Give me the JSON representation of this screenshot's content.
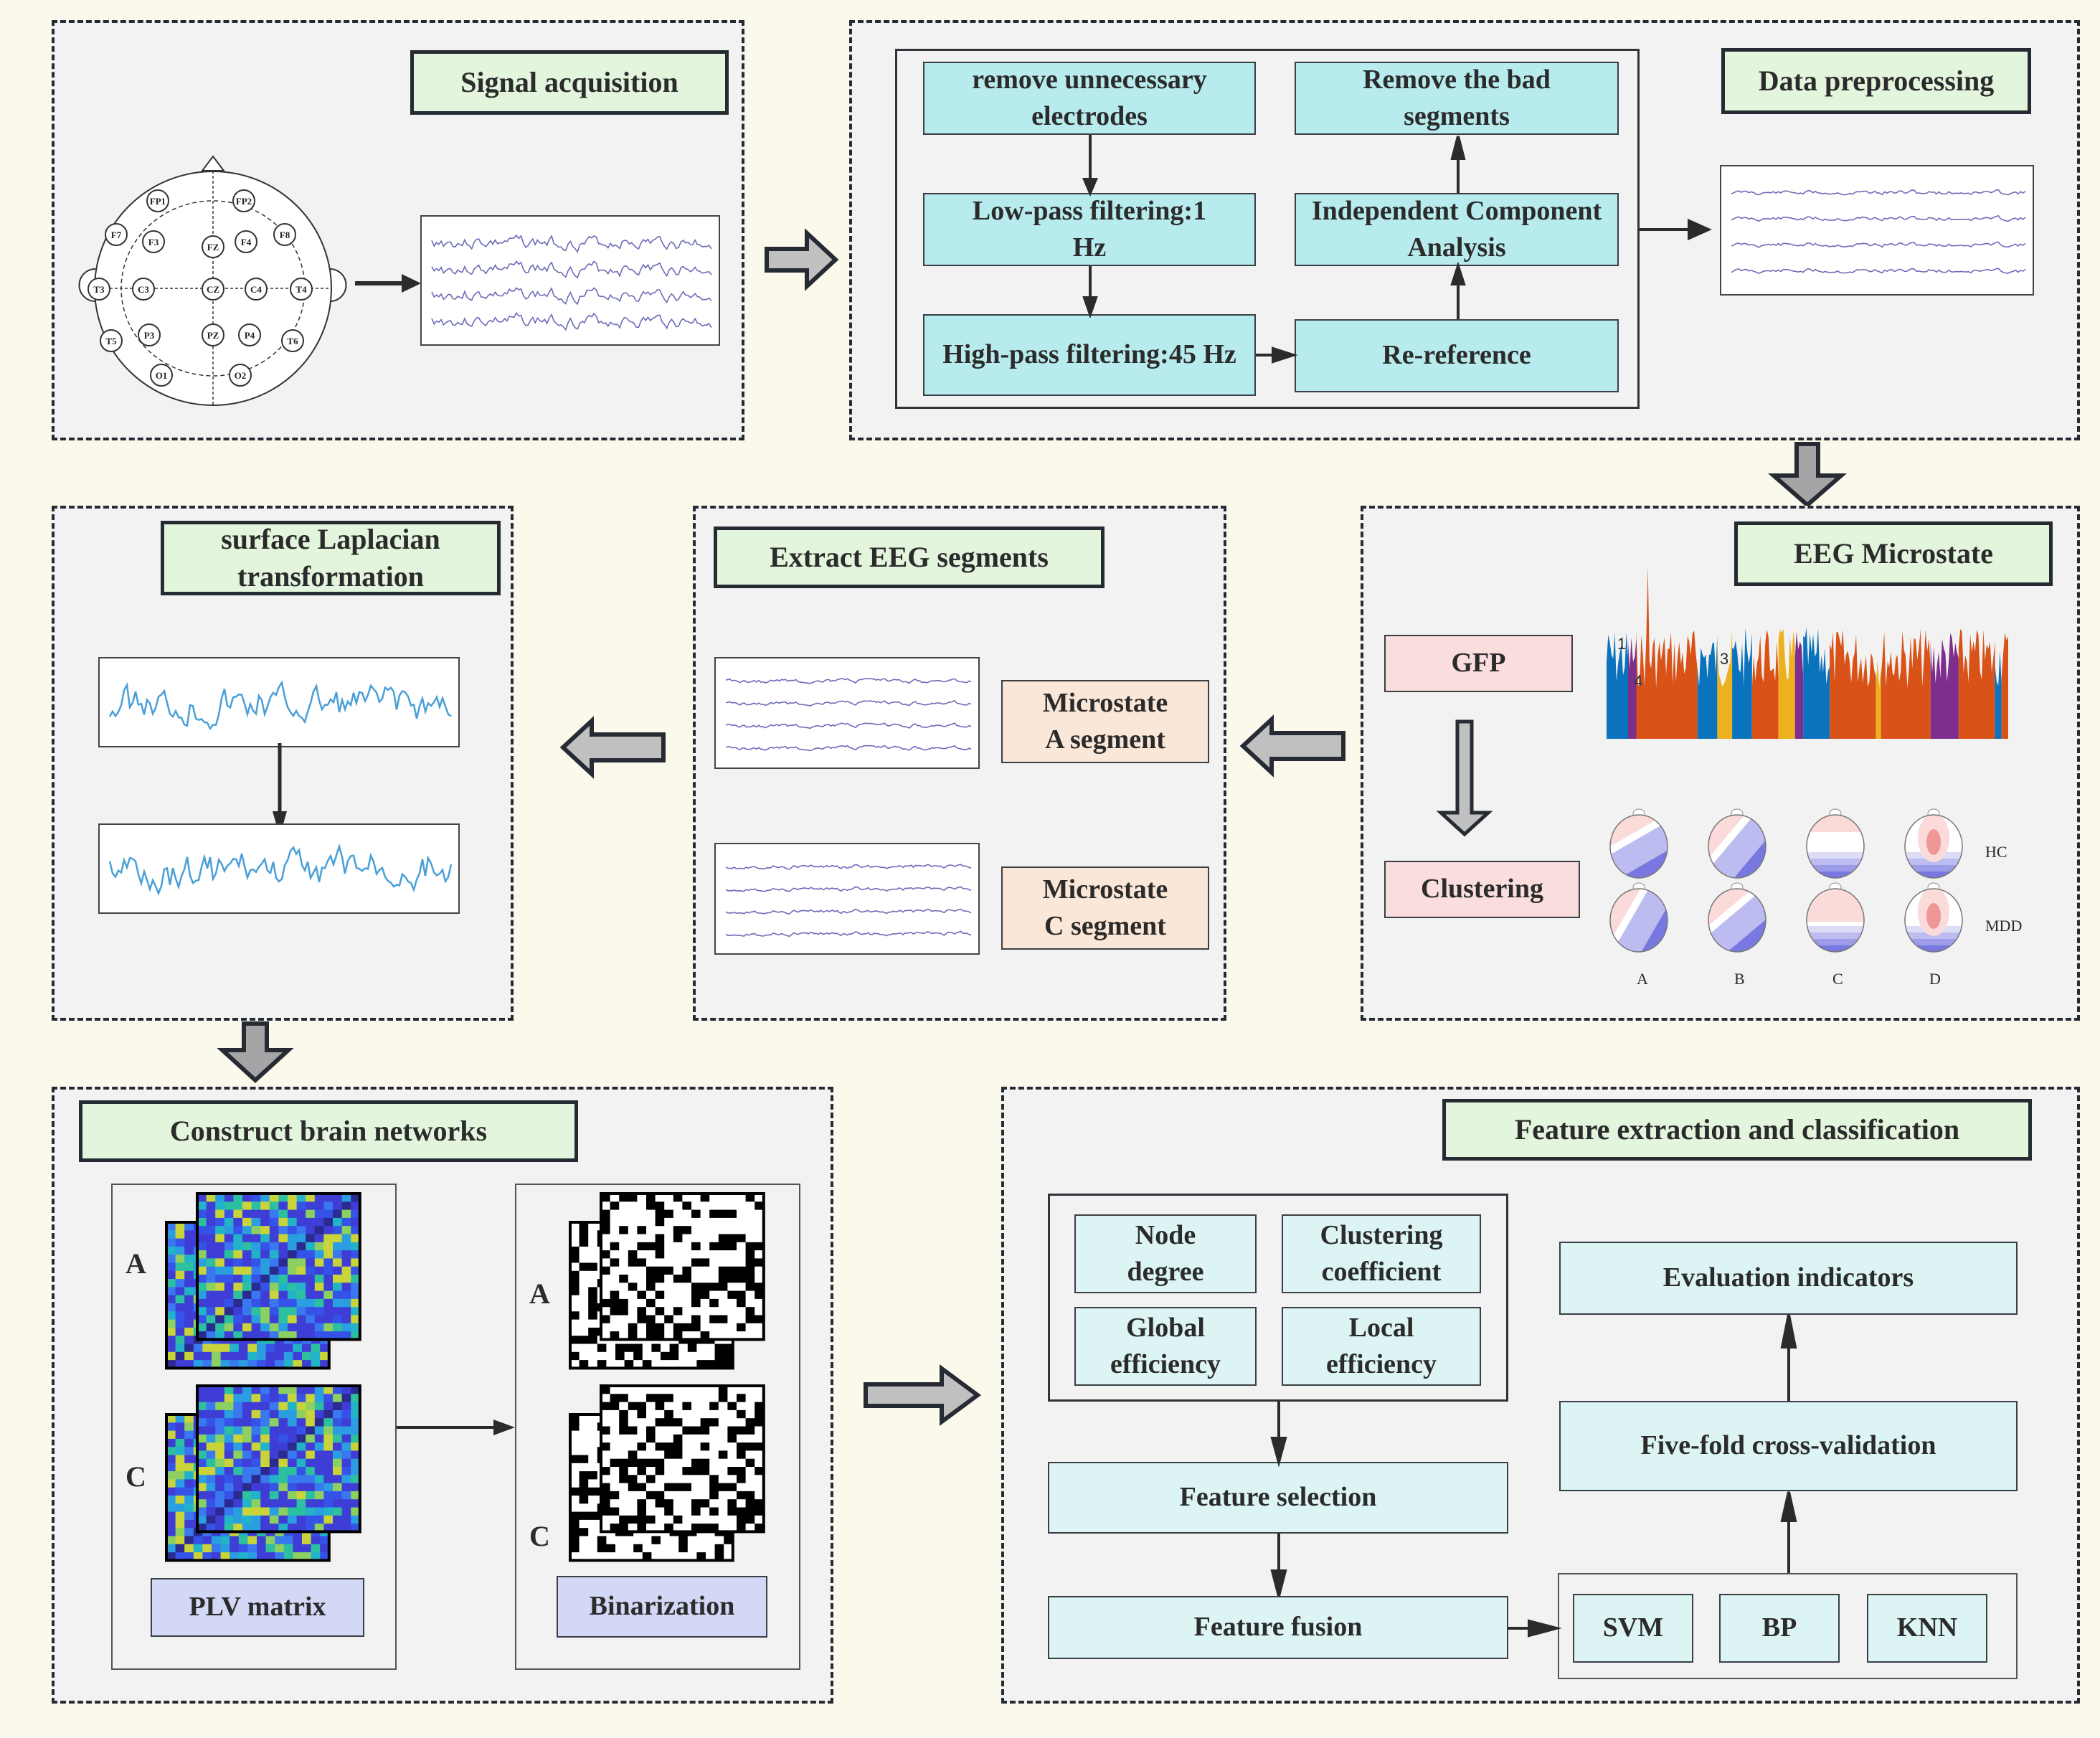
{
  "panels": {
    "signal_acquisition": {
      "title": "Signal acquisition",
      "electrodes": [
        "FP1",
        "FP2",
        "F7",
        "F3",
        "FZ",
        "F4",
        "F8",
        "T3",
        "C3",
        "CZ",
        "C4",
        "T4",
        "T5",
        "P3",
        "PZ",
        "P4",
        "T6",
        "O1",
        "O2"
      ]
    },
    "data_preprocessing": {
      "title": "Data preprocessing",
      "steps": {
        "remove_electrodes": "remove unnecessary electrodes",
        "low_pass": "Low-pass filtering:1 Hz",
        "high_pass": "High-pass filtering:45 Hz",
        "re_reference": "Re-reference",
        "ica": "Independent Component Analysis",
        "remove_bad": "Remove the bad segments"
      }
    },
    "eeg_microstate": {
      "title": "EEG Microstate",
      "gfp_label": "GFP",
      "clustering_label": "Clustering",
      "gfp_markers": [
        "1",
        "4",
        "3"
      ],
      "state_colors": {
        "1": "#0b72bd",
        "2": "#d95319",
        "3": "#edb120",
        "4": "#7e2f8e"
      },
      "maps": {
        "columns": [
          "A",
          "B",
          "C",
          "D"
        ],
        "rows": [
          "HC",
          "MDD"
        ]
      }
    },
    "extract_segments": {
      "title": "Extract EEG segments",
      "segment_a": "Microstate A segment",
      "segment_c": "Microstate C segment"
    },
    "laplacian": {
      "title": "surface Laplacian transformation"
    },
    "brain_networks": {
      "title": "Construct brain networks",
      "row_labels": [
        "A",
        "C"
      ],
      "plv_label": "PLV matrix",
      "bin_label": "Binarization"
    },
    "feature_classification": {
      "title": "Feature extraction and classification",
      "features": [
        "Node degree",
        "Clustering coefficient",
        "Global efficiency",
        "Local efficiency"
      ],
      "selection": "Feature selection",
      "fusion": "Feature fusion",
      "classifiers": [
        "SVM",
        "BP",
        "KNN"
      ],
      "cross_validation": "Five-fold cross-validation",
      "evaluation": "Evaluation indicators"
    }
  },
  "colors": {
    "background": "#fbf8ec",
    "panel": "#f2f2f2",
    "title_box": "#e3f5dc",
    "step_box": "#b8ebed",
    "feature_box": "#dcf4f3",
    "gfp_box": "#fadddd",
    "segment_box": "#fbe7d8",
    "matrix_label_box": "#d3d8f7",
    "eeg_trace": "#6c6cb8",
    "laplacian_trace": "#4a9fd8"
  }
}
